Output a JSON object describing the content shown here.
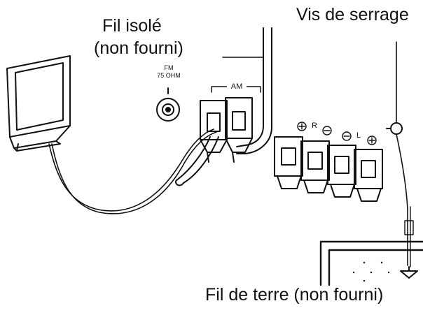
{
  "labels": {
    "insulated_wire": [
      "Fil isolé",
      "(non fourni)"
    ],
    "clamp_screw": "Vis de serrage",
    "ground_wire": "Fil de terre (non fourni)"
  },
  "fm_terminal": {
    "band": "FM",
    "impedance": "75 OHM"
  },
  "am_terminal": {
    "band": "AM"
  },
  "speaker_terminals": {
    "right": "R",
    "left": "L",
    "plus": "+",
    "minus": "−"
  }
}
